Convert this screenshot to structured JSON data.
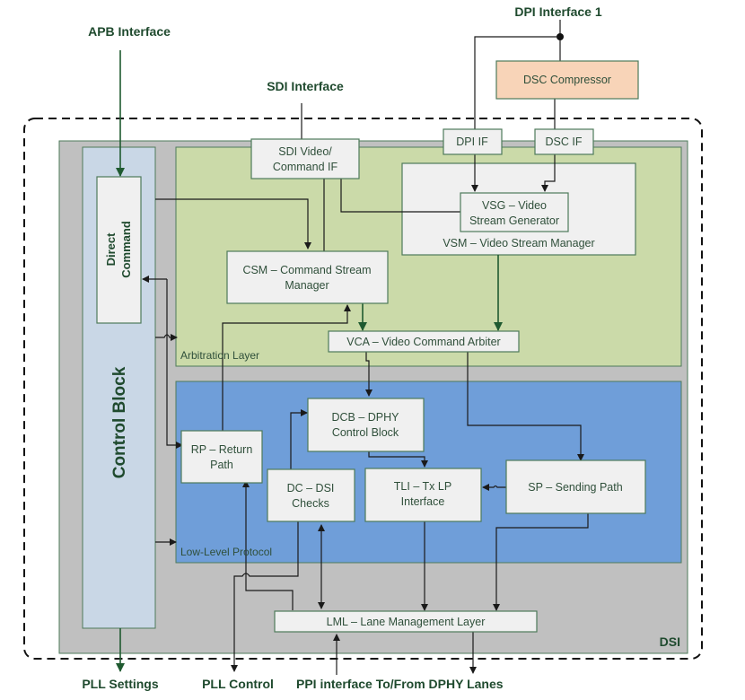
{
  "external": {
    "apb": "APB Interface",
    "sdi": "SDI Interface",
    "dpi1": "DPI Interface 1",
    "pll_settings": "PLL Settings",
    "pll_control": "PLL Control",
    "ppi": "PPI interface To/From DPHY Lanes"
  },
  "blocks": {
    "dsc_compressor": "DSC Compressor",
    "dpi_if": "DPI IF",
    "dsc_if": "DSC IF",
    "sdi_if_line1": "SDI Video/",
    "sdi_if_line2": "Command IF",
    "vsg_line1": "VSG – Video",
    "vsg_line2": "Stream Generator",
    "vsm": "VSM – Video Stream Manager",
    "csm_line1": "CSM – Command Stream",
    "csm_line2": "Manager",
    "vca": "VCA – Video Command Arbiter",
    "dcb_line1": "DCB – DPHY",
    "dcb_line2": "Control Block",
    "rp_line1": "RP – Return",
    "rp_line2": "Path",
    "dc_line1": "DC – DSI",
    "dc_line2": "Checks",
    "tli_line1": "TLI – Tx LP",
    "tli_line2": "Interface",
    "sp": "SP – Sending Path",
    "lml": "LML – Lane Management Layer",
    "direct_line1": "Direct",
    "direct_line2": "Command",
    "control_block": "Control Block"
  },
  "layers": {
    "arbitration": "Arbitration Layer",
    "low_level": "Low-Level Protocol",
    "dsi": "DSI"
  },
  "colors": {
    "dsi_bg": "#c0c0c0",
    "arbitration_bg": "#cbdaa9",
    "low_level_bg": "#6f9ed9",
    "control_bg": "#c9d7e6",
    "dsc_bg": "#f8d4b8",
    "box_bg": "#f0f0f0",
    "border": "#4e7a5a",
    "text": "#1f4a2e"
  }
}
